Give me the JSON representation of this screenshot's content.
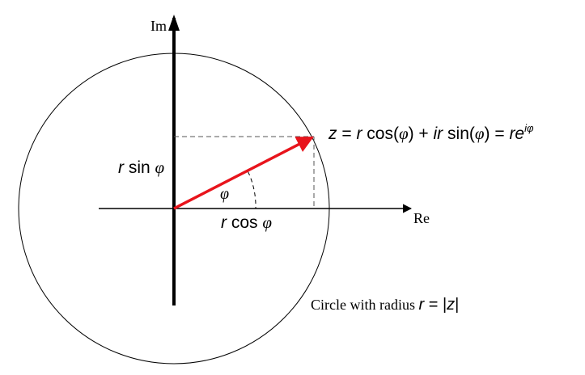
{
  "axes": {
    "im_label": "Im",
    "re_label": "Re"
  },
  "labels": {
    "r_sin_r": "r",
    "r_sin_fn": " sin ",
    "r_sin_phi": "φ",
    "r_cos_r": "r",
    "r_cos_fn": " cos ",
    "r_cos_phi": "φ",
    "angle": "φ",
    "circle_prefix": "Circle with radius ",
    "circle_r": "r",
    "circle_eq": " = |",
    "circle_z": "z",
    "circle_close": "|"
  },
  "equation": {
    "z": "z",
    "eq1": " = ",
    "r1": "r",
    "cos": " cos(",
    "phi1": "φ",
    "close1": ") + ",
    "ir": "ir",
    "sin": " sin(",
    "phi2": "φ",
    "close2": ") = ",
    "re": "re",
    "exp": "iφ"
  },
  "colors": {
    "vector": "#e8141c",
    "axis": "#000000",
    "guide": "#555555"
  }
}
